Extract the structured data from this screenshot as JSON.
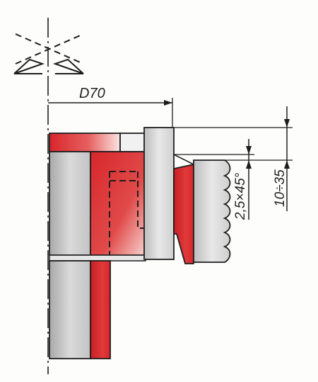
{
  "dimensions": {
    "diameter_label": "D70",
    "height_label": "10÷35",
    "chamfer_label": "2,5×45°"
  },
  "colors": {
    "red": "#d8262b",
    "red_light": "#f3c3c1",
    "grey": "#d5d5d5",
    "grey_dark": "#a8a8a8",
    "line": "#1e1e1e"
  },
  "icons": {
    "rotation_symbol": "rotation-arrows-icon"
  }
}
